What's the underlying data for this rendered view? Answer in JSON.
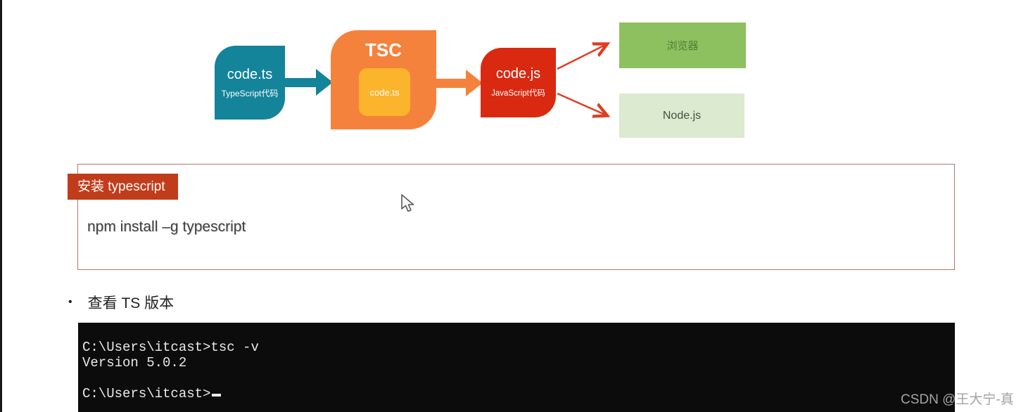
{
  "diagram": {
    "ts_box": {
      "title": "code.ts",
      "subtitle": "TypeScript代码",
      "color": "#13849a"
    },
    "tsc_box": {
      "title": "TSC",
      "inner_label": "code.ts",
      "color": "#f5823c",
      "inner_color": "#fbb42c"
    },
    "js_box": {
      "title": "code.js",
      "subtitle": "JavaScript代码",
      "color": "#da2911"
    },
    "browser_box": {
      "label": "浏览器",
      "color": "#8dc05e"
    },
    "node_box": {
      "label": "Node.js",
      "color": "#dcead0"
    },
    "arrow_colors": {
      "teal": "#13849a",
      "orange": "#f5823c",
      "red": "#e03c20"
    }
  },
  "install_section": {
    "badge_label": "安装 typescript",
    "badge_color": "#c13c1b",
    "border_color": "#b1796c",
    "command": "npm install –g typescript"
  },
  "version_section": {
    "bullet": "•",
    "bullet_label": "查看 TS 版本"
  },
  "terminal": {
    "background": "#0c0c0c",
    "lines": [
      "C:\\Users\\itcast>tsc -v",
      "Version 5.0.2",
      "",
      "C:\\Users\\itcast>"
    ]
  },
  "watermark": "CSDN @王大宁-真"
}
